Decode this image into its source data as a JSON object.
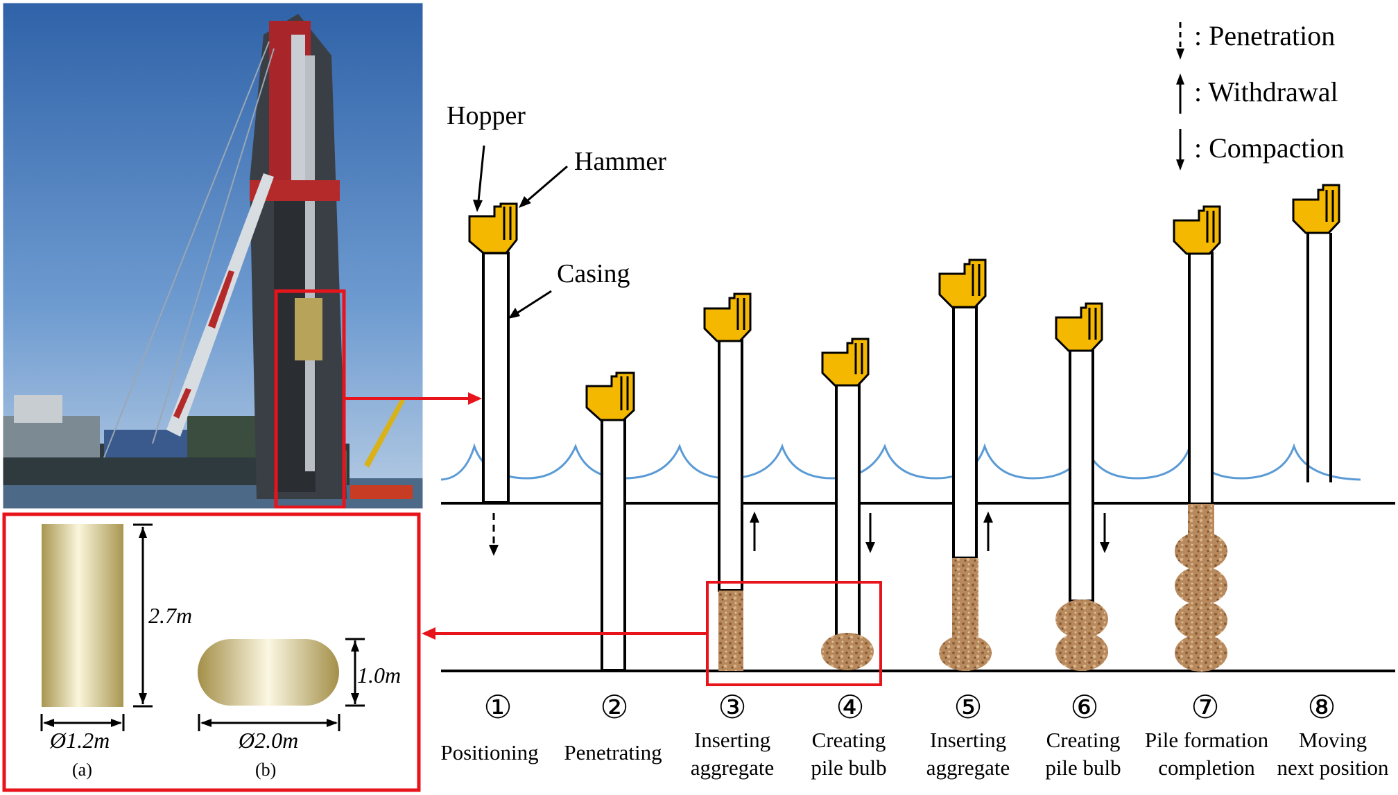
{
  "labels": {
    "hopper": "Hopper",
    "hammer": "Hammer",
    "casing": "Casing"
  },
  "legend": [
    {
      "symbol": "dashed-down-arrow",
      "text": ": Penetration"
    },
    {
      "symbol": "up-arrow",
      "text": ": Withdrawal"
    },
    {
      "symbol": "down-arrow",
      "text": ": Compaction"
    }
  ],
  "steps": [
    {
      "num": "①",
      "line1": "Positioning",
      "line2": ""
    },
    {
      "num": "②",
      "line1": "Penetrating",
      "line2": ""
    },
    {
      "num": "③",
      "line1": "Inserting",
      "line2": "aggregate"
    },
    {
      "num": "④",
      "line1": "Creating",
      "line2": "pile bulb"
    },
    {
      "num": "⑤",
      "line1": "Inserting",
      "line2": "aggregate"
    },
    {
      "num": "⑥",
      "line1": "Creating",
      "line2": "pile bulb"
    },
    {
      "num": "⑦",
      "line1": "Pile formation",
      "line2": "completion"
    },
    {
      "num": "⑧",
      "line1": "Moving",
      "line2": "next position"
    }
  ],
  "shapes": {
    "a": {
      "height": "2.7m",
      "diameter": "Ø1.2m",
      "caption": "(a)"
    },
    "b": {
      "height": "1.0m",
      "diameter": "Ø2.0m",
      "caption": "(b)"
    }
  },
  "colors": {
    "hammer": "#f5b800",
    "water": "#5b9bd5",
    "highlight": "#e8141c",
    "aggregate": "#b9855a",
    "sky": "#3f72b4",
    "shape_gold": "#c9b77a"
  }
}
